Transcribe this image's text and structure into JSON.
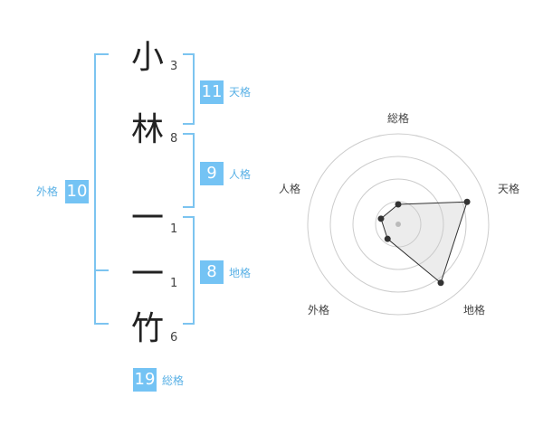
{
  "characters": [
    {
      "char": "小",
      "strokes": "3"
    },
    {
      "char": "林",
      "strokes": "8"
    },
    {
      "char": "一",
      "strokes": "1"
    },
    {
      "char": "一",
      "strokes": "1"
    },
    {
      "char": "竹",
      "strokes": "6"
    }
  ],
  "kakaku": {
    "tenkaku": {
      "value": "11",
      "label": "天格"
    },
    "jinkaku": {
      "value": "9",
      "label": "人格"
    },
    "chikaku": {
      "value": "8",
      "label": "地格"
    },
    "gaikaku": {
      "value": "10",
      "label": "外格"
    },
    "soukaku": {
      "value": "19",
      "label": "総格"
    }
  },
  "radar": {
    "axes": [
      "総格",
      "天格",
      "地格",
      "外格",
      "人格"
    ],
    "levels": 4,
    "values": [
      1.1,
      4.0,
      4.0,
      1.0,
      1.0
    ],
    "max": 5
  },
  "colors": {
    "accent": "#74c3f4",
    "bracket": "#7cc4f0"
  }
}
